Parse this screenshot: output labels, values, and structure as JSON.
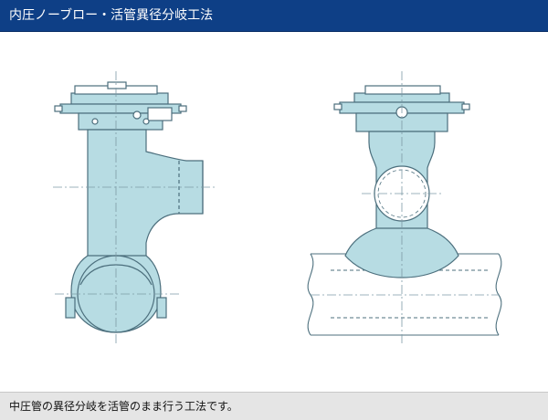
{
  "header": {
    "title": "内圧ノーブロー・活管異径分岐工法"
  },
  "figure": {
    "views": [
      "side-view",
      "front-view"
    ],
    "colors": {
      "fill": "#b7dce3",
      "line": "#4c6f7d",
      "centerline": "#7d9aa6",
      "header_bg": "#0e3f86",
      "footer_bg": "#e5e5e5"
    }
  },
  "footer": {
    "caption": "中圧管の異径分岐を活管のまま行う工法です。"
  }
}
